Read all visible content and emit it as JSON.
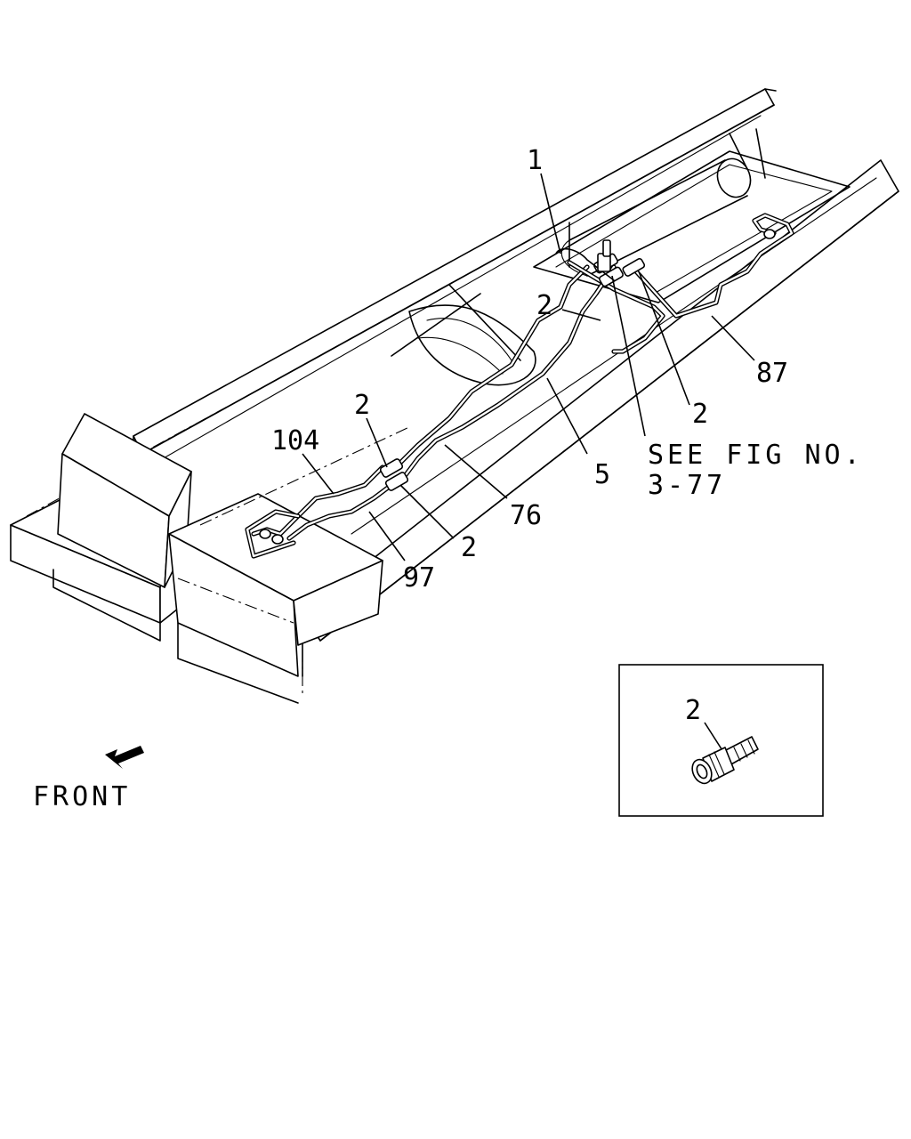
{
  "callouts": {
    "c1": "1",
    "c2a": "2",
    "c2b": "2",
    "c2c": "2",
    "c2d": "2",
    "c5": "5",
    "c76": "76",
    "c87": "87",
    "c97": "97",
    "c104": "104"
  },
  "reference": {
    "line1": "SEE FIG NO.",
    "line2": "3-77"
  },
  "direction": {
    "label": "FRONT"
  },
  "inset": {
    "callout": "2"
  }
}
